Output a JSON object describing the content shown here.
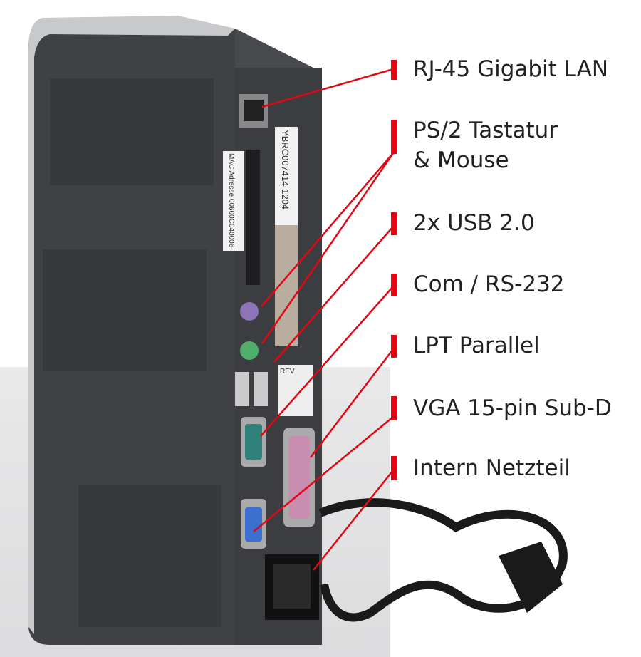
{
  "labels": [
    {
      "id": "rj45",
      "text": "RJ-45 Gigabit LAN"
    },
    {
      "id": "ps2",
      "text": "PS/2 Tastatur",
      "text2": "& Mouse"
    },
    {
      "id": "usb",
      "text": "2x USB 2.0"
    },
    {
      "id": "com",
      "text": "Com / RS-232"
    },
    {
      "id": "lpt",
      "text": "LPT Parallel"
    },
    {
      "id": "vga",
      "text": "VGA 15-pin Sub-D"
    },
    {
      "id": "power",
      "text": "Intern Netzteil"
    }
  ],
  "device_labels": {
    "serial": "YBRC007414 1204",
    "mac": "MAC Adresse 00600C040006",
    "rev": "REV"
  },
  "colors": {
    "accent": "#e30613",
    "case": "#3c3d40",
    "ps2_keyboard": "#8d73b8",
    "ps2_mouse": "#4fae6a",
    "com": "#2f7f7a",
    "lpt": "#c98db0",
    "vga": "#3b6fd0"
  }
}
